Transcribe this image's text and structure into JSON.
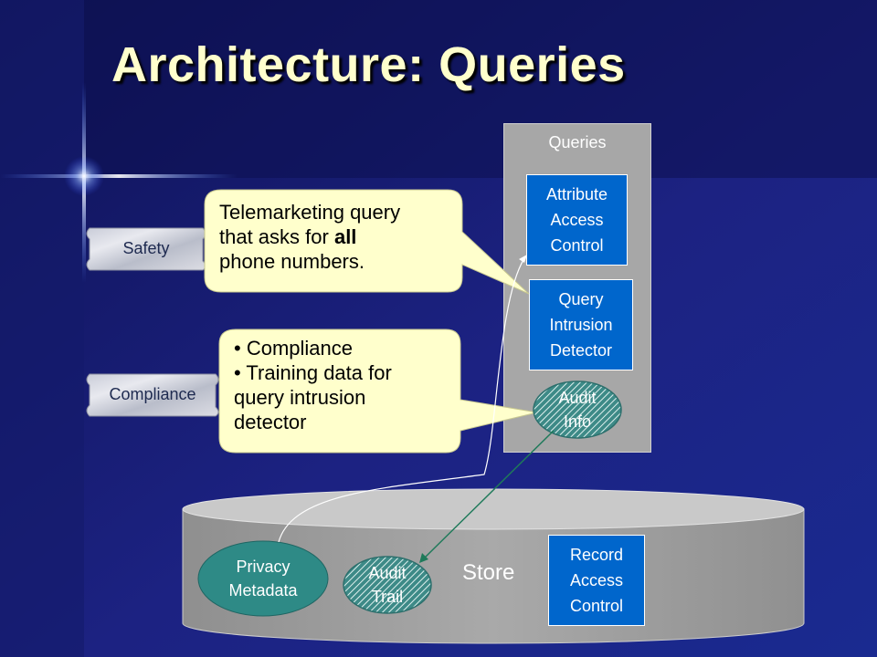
{
  "slide": {
    "title": "Architecture: Queries",
    "background_color": "#1a1f78",
    "accent_color": "#ffffcc"
  },
  "queries_panel": {
    "label": "Queries",
    "attribute_access_control": [
      "Attribute",
      "Access",
      "Control"
    ],
    "query_intrusion_detector": [
      "Query",
      "Intrusion",
      "Detector"
    ],
    "audit_info": [
      "Audit",
      "Info"
    ]
  },
  "side_tags": {
    "safety": "Safety",
    "compliance": "Compliance"
  },
  "callouts": {
    "telemarketing": {
      "line1": "Telemarketing query",
      "line2_prefix": "that asks for ",
      "line2_bold": "all",
      "line3": "phone numbers."
    },
    "compliance": {
      "bullet1": "• Compliance",
      "bullet2_line1": "• Training data for",
      "bullet2_line2": "query intrusion",
      "bullet2_line3": "detector"
    }
  },
  "store": {
    "label": "Store",
    "privacy_metadata": [
      "Privacy",
      "Metadata"
    ],
    "audit_trail": [
      "Audit",
      "Trail"
    ],
    "record_access_control": [
      "Record",
      "Access",
      "Control"
    ]
  }
}
